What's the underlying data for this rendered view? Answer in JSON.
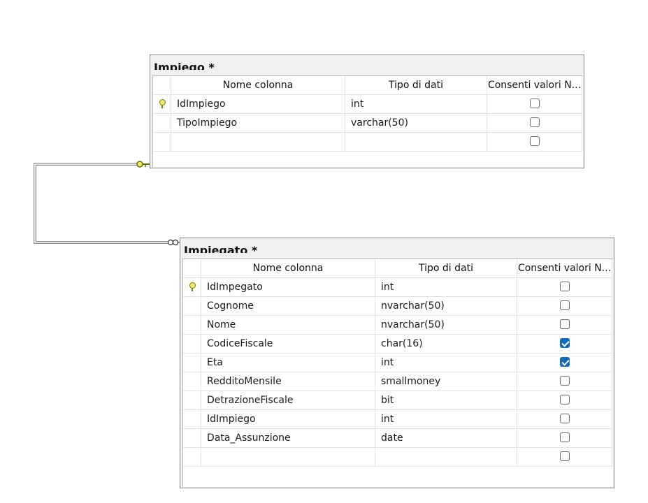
{
  "headers": {
    "name": "Nome colonna",
    "type": "Tipo di dati",
    "nulls": "Consenti valori N..."
  },
  "tables": [
    {
      "title": "Impiego *",
      "rows": [
        {
          "name": "IdImpiego",
          "type": "int",
          "allow_nulls": false,
          "primary_key": true,
          "icon": "key-icon"
        },
        {
          "name": "TipoImpiego",
          "type": "varchar(50)",
          "allow_nulls": false,
          "primary_key": false
        },
        {
          "name": "",
          "type": "",
          "allow_nulls": false,
          "primary_key": false
        }
      ]
    },
    {
      "title": "Impiegato *",
      "rows": [
        {
          "name": "IdImpegato",
          "type": "int",
          "allow_nulls": false,
          "primary_key": true,
          "icon": "key-icon"
        },
        {
          "name": "Cognome",
          "type": "nvarchar(50)",
          "allow_nulls": false,
          "primary_key": false
        },
        {
          "name": "Nome",
          "type": "nvarchar(50)",
          "allow_nulls": false,
          "primary_key": false
        },
        {
          "name": "CodiceFiscale",
          "type": "char(16)",
          "allow_nulls": true,
          "primary_key": false
        },
        {
          "name": "Eta",
          "type": "int",
          "allow_nulls": true,
          "primary_key": false
        },
        {
          "name": "RedditoMensile",
          "type": "smallmoney",
          "allow_nulls": false,
          "primary_key": false
        },
        {
          "name": "DetrazioneFiscale",
          "type": "bit",
          "allow_nulls": false,
          "primary_key": false
        },
        {
          "name": "IdImpiego",
          "type": "int",
          "allow_nulls": false,
          "primary_key": false
        },
        {
          "name": "Data_Assunzione",
          "type": "date",
          "allow_nulls": false,
          "primary_key": false
        },
        {
          "name": "",
          "type": "",
          "allow_nulls": false,
          "primary_key": false
        }
      ]
    }
  ],
  "relationship": {
    "from_end_icon": "key-connector-icon",
    "to_end_icon": "infinity-connector-icon"
  },
  "colors": {
    "checked": "#0f6cbd",
    "key": "#f3e96a"
  }
}
